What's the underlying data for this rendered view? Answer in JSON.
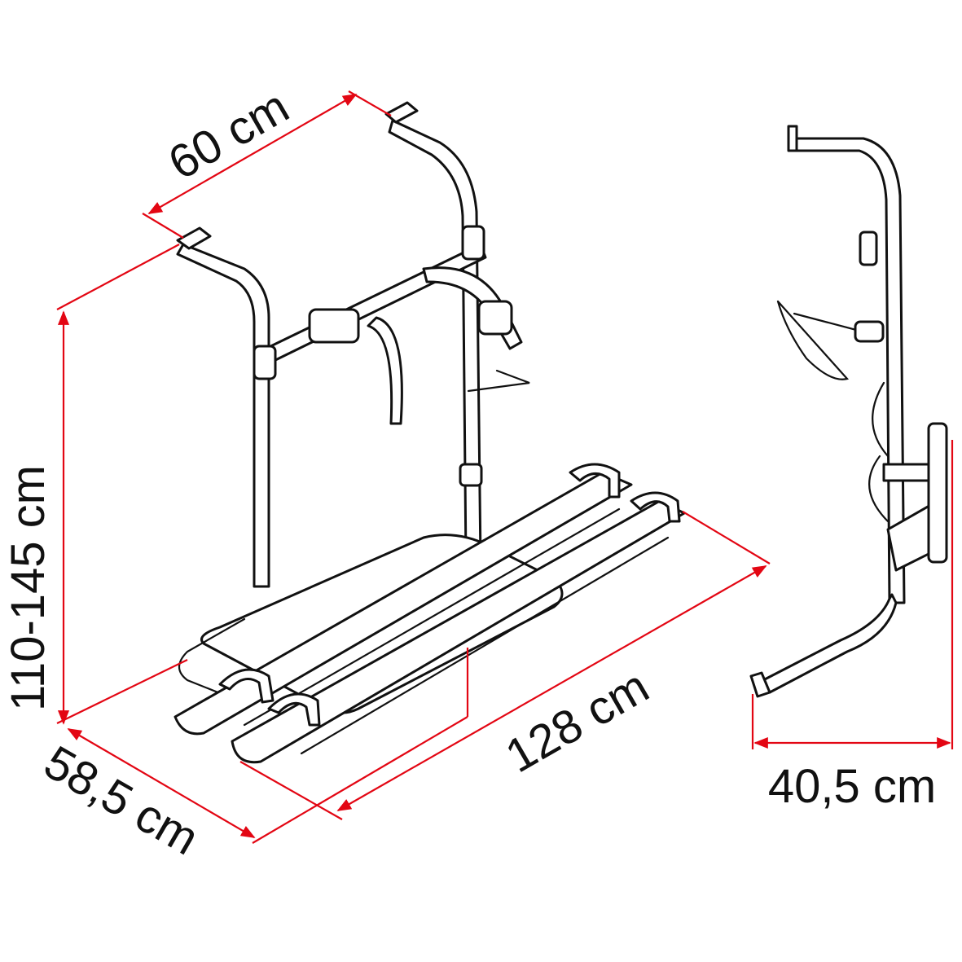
{
  "diagram": {
    "subject": "bike carrier dimensions",
    "dimension_color": "#e30613",
    "labels": {
      "width_top": "60 cm",
      "height": "110-145 cm",
      "depth_front": "58,5 cm",
      "length_rails": "128 cm",
      "side_depth": "40,5 cm"
    }
  }
}
